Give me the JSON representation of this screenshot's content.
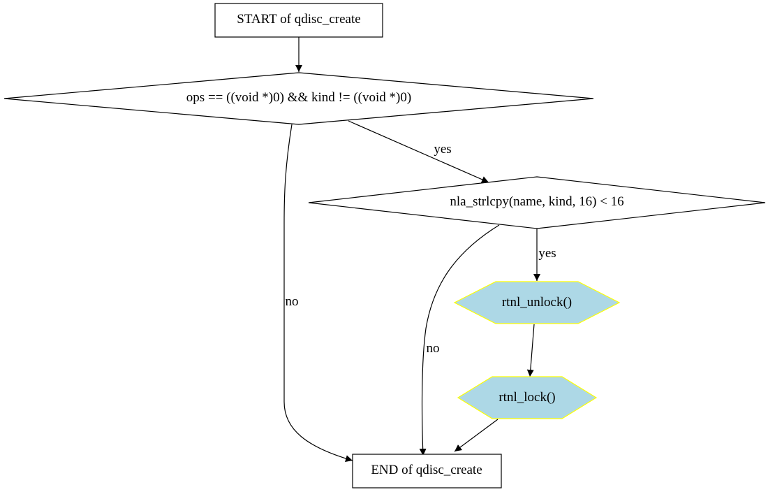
{
  "nodes": {
    "start": {
      "label": "START of qdisc_create"
    },
    "cond1": {
      "label": "ops == ((void *)0) && kind != ((void *)0)"
    },
    "cond2": {
      "label": "nla_strlcpy(name, kind, 16) < 16"
    },
    "unlock": {
      "label": "rtnl_unlock()"
    },
    "lock": {
      "label": "rtnl_lock()"
    },
    "end": {
      "label": "END of qdisc_create"
    }
  },
  "edges": {
    "cond1_yes": {
      "label": "yes"
    },
    "cond1_no": {
      "label": "no"
    },
    "cond2_yes": {
      "label": "yes"
    },
    "cond2_no": {
      "label": "no"
    }
  },
  "colors": {
    "call_fill": "#add8e6",
    "call_stroke": "#ffff00",
    "stroke": "#000000"
  }
}
